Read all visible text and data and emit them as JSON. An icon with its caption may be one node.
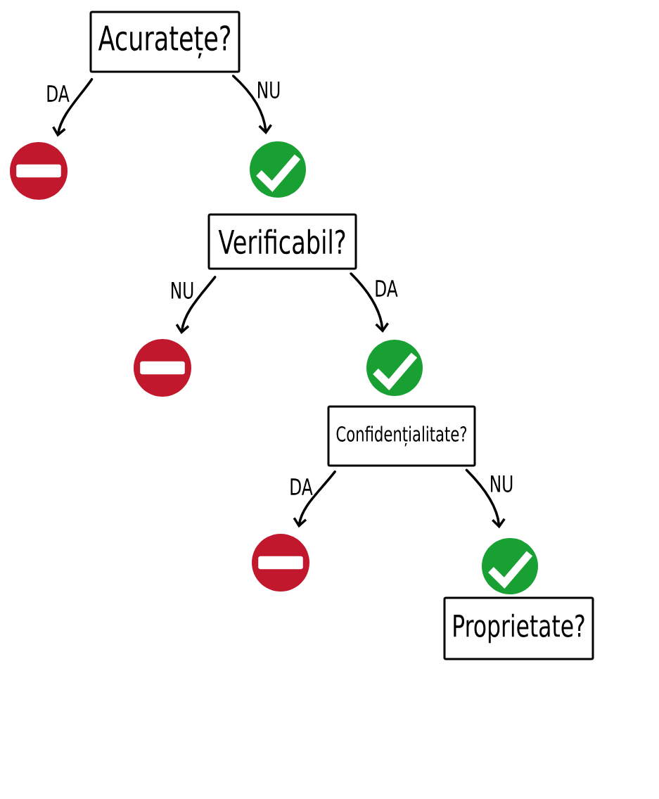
{
  "diagram": {
    "nodes": [
      {
        "text": [
          "Acuratețe?"
        ]
      },
      {
        "text": [],
        "shape": "circle"
      },
      {
        "text": [],
        "shape": "circle"
      },
      {
        "text": [
          "Verificabil?"
        ]
      },
      {
        "text": [],
        "shape": "circle"
      },
      {
        "text": [],
        "shape": "circle"
      },
      {
        "text": [
          "Confidențialitate?"
        ]
      },
      {
        "text": [],
        "shape": "circle"
      },
      {
        "text": [],
        "shape": "circle"
      },
      {
        "text": [
          "Proprietate?"
        ]
      }
    ],
    "edges": [
      {
        "from": 0,
        "to": 1,
        "arrow": "to",
        "label": "DA"
      },
      {
        "from": 0,
        "to": 2,
        "arrow": "to",
        "label": "NU"
      },
      {
        "from": 3,
        "to": 4,
        "arrow": "to",
        "label": "NU"
      },
      {
        "from": 3,
        "to": 5,
        "arrow": "to",
        "label": "DA"
      },
      {
        "from": 6,
        "to": 7,
        "arrow": "to",
        "label": "DA"
      },
      {
        "from": 6,
        "to": 8,
        "arrow": "to",
        "label": "NU"
      }
    ]
  }
}
